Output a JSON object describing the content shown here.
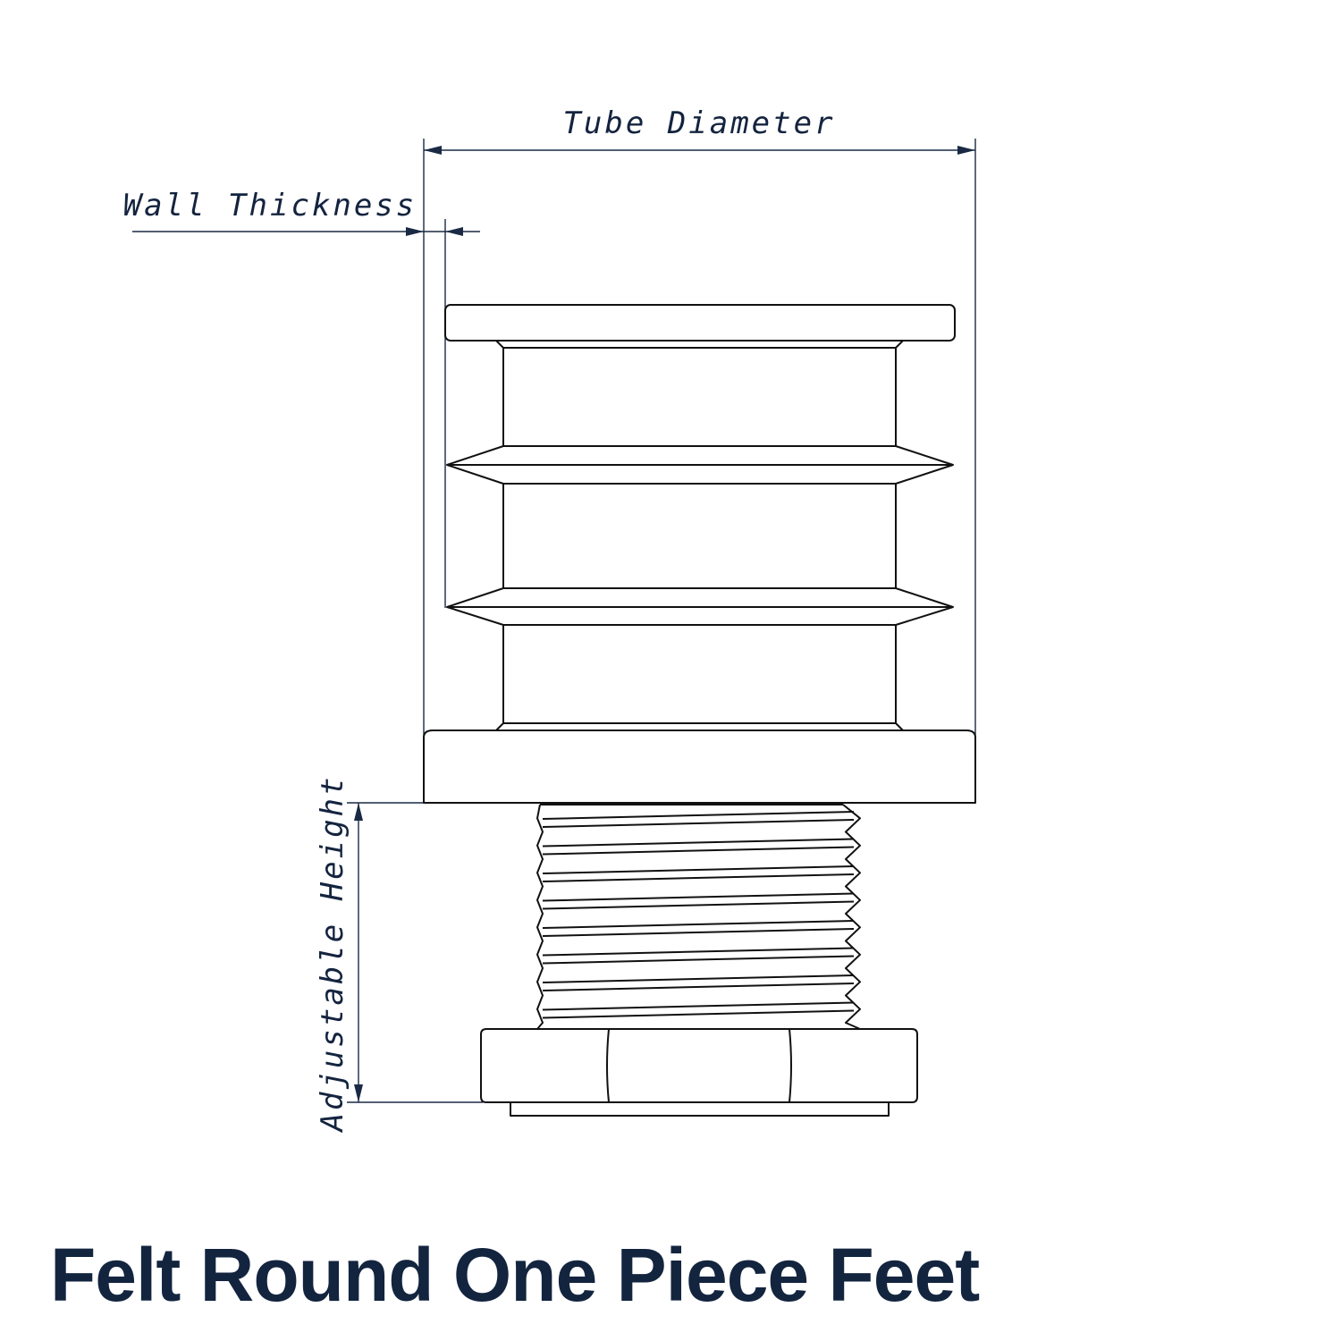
{
  "diagram": {
    "title": "Felt Round One Piece Feet",
    "labels": {
      "tube_diameter": "Tube Diameter",
      "wall_thickness": "Wall Thickness",
      "adjustable_height": "Adjustable Height"
    },
    "colors": {
      "title": "#13243f",
      "dimension": "#1a2a44",
      "outline": "#111111"
    }
  }
}
